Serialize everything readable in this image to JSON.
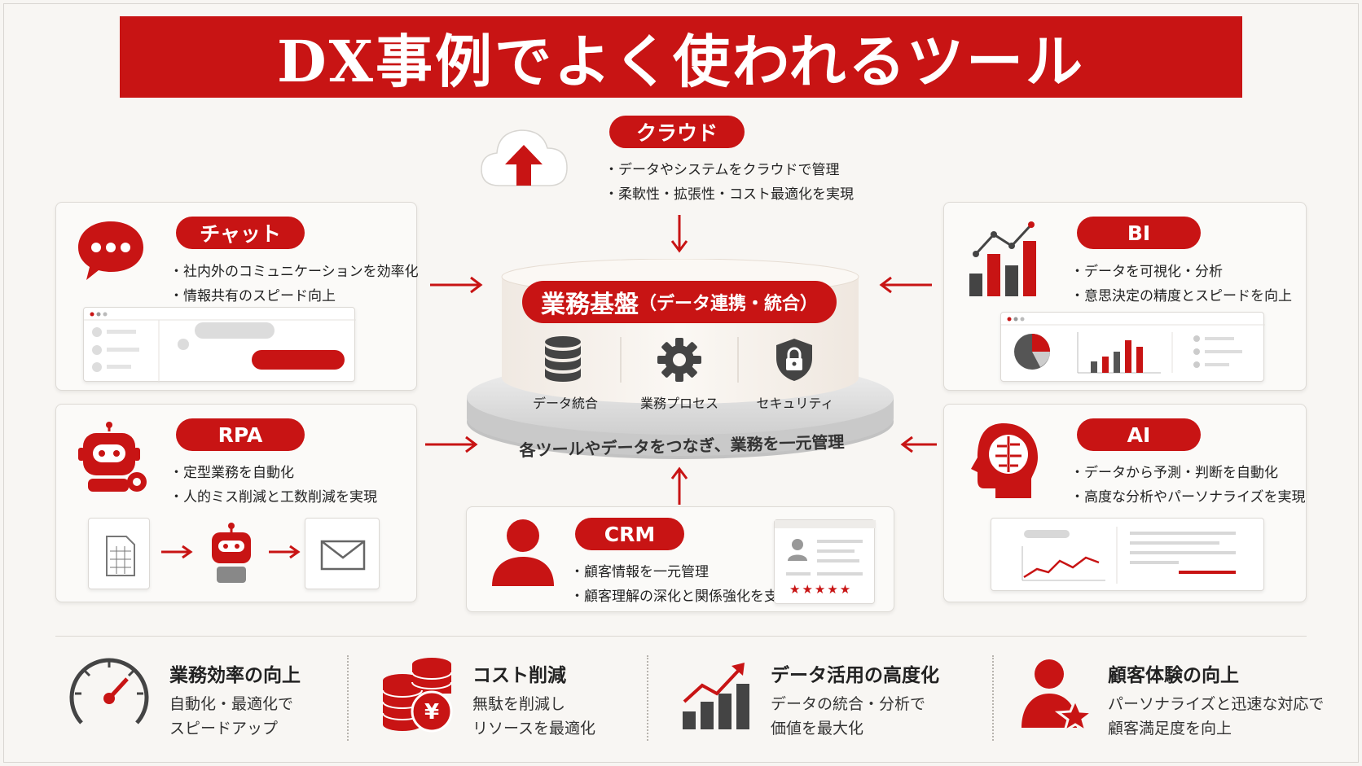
{
  "title": "DX事例でよく使われるツール",
  "colors": {
    "accent": "#c81414",
    "dark": "#444444",
    "gray": "#9a9a9a"
  },
  "cloud": {
    "label": "クラウド",
    "bullets": [
      "データやシステムをクラウドで管理",
      "柔軟性・拡張性・コスト最適化を実現"
    ],
    "icon": "cloud-upload-icon"
  },
  "chat": {
    "label": "チャット",
    "bullets": [
      "社内外のコミュニケーションを効率化",
      "情報共有のスピード向上"
    ],
    "icon": "speech-bubble-icon"
  },
  "bi": {
    "label": "BI",
    "bullets": [
      "データを可視化・分析",
      "意思決定の精度とスピードを向上"
    ],
    "icon": "bar-chart-icon"
  },
  "rpa": {
    "label": "RPA",
    "bullets": [
      "定型業務を自動化",
      "人的ミス削減と工数削減を実現"
    ],
    "icon": "robot-icon"
  },
  "ai": {
    "label": "AI",
    "bullets": [
      "データから予測・判断を自動化",
      "高度な分析やパーソナライズを実現"
    ],
    "icon": "brain-head-icon"
  },
  "crm": {
    "label": "CRM",
    "bullets": [
      "顧客情報を一元管理",
      "顧客理解の深化と関係強化を支援"
    ],
    "icon": "user-icon",
    "stars": "★★★★★"
  },
  "center": {
    "title": "業務基盤",
    "subtitle": "（データ連携・統合）",
    "items": [
      {
        "label": "データ統合",
        "icon": "database-icon"
      },
      {
        "label": "業務プロセス",
        "icon": "gear-icon"
      },
      {
        "label": "セキュリティ",
        "icon": "shield-lock-icon"
      }
    ],
    "base_text": "各ツールやデータをつなぎ、業務を一元管理"
  },
  "benefits": [
    {
      "title": "業務効率の向上",
      "lines": [
        "自動化・最適化で",
        "スピードアップ"
      ],
      "icon": "speedometer-icon"
    },
    {
      "title": "コスト削減",
      "lines": [
        "無駄を削減し",
        "リソースを最適化"
      ],
      "icon": "coins-yen-icon"
    },
    {
      "title": "データ活用の高度化",
      "lines": [
        "データの統合・分析で",
        "価値を最大化"
      ],
      "icon": "growth-chart-icon"
    },
    {
      "title": "顧客体験の向上",
      "lines": [
        "パーソナライズと迅速な対応で",
        "顧客満足度を向上"
      ],
      "icon": "user-star-icon"
    }
  ]
}
